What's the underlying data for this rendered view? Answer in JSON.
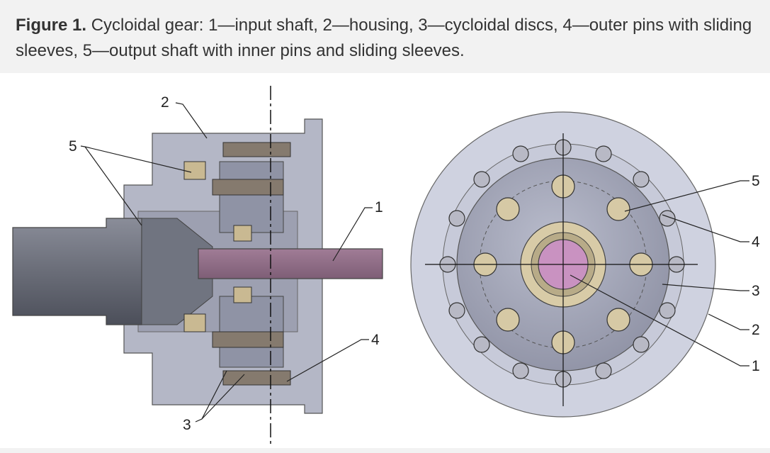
{
  "caption": {
    "label": "Figure 1.",
    "text": " Cycloidal gear: 1—input shaft, 2—housing, 3—cycloidal discs, 4—outer pins with sliding sleeves, 5—output shaft with inner pins and sliding sleeves."
  },
  "figure": {
    "left_view": {
      "labels": {
        "l1": "1",
        "l2": "2",
        "l3": "3",
        "l4": "4",
        "l5": "5"
      }
    },
    "right_view": {
      "labels": {
        "r1": "1",
        "r2": "2",
        "r3": "3",
        "r4": "4",
        "r5": "5"
      }
    }
  }
}
